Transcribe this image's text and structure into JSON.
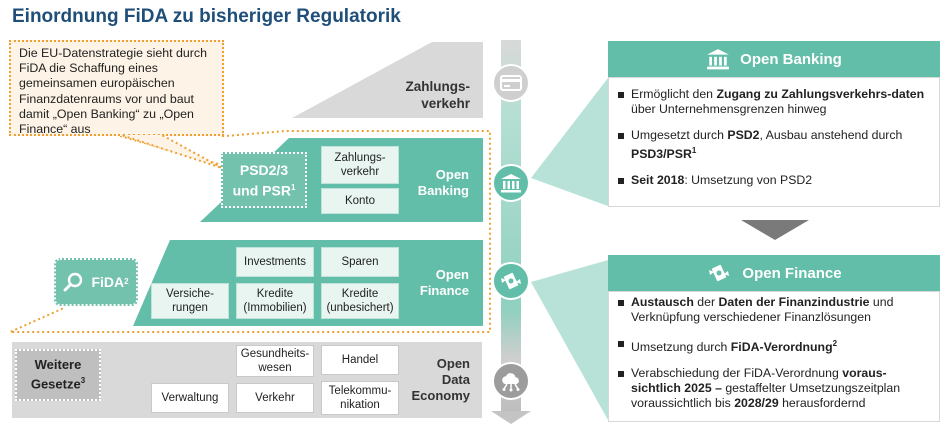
{
  "title": "Einordnung FiDA zu bisheriger Regulatorik",
  "callout_text": "Die EU-Datenstrategie sieht durch FiDA die Schaffung eines gemeinsamen europäischen Finanzdatenraums vor und baut damit „Open Banking“ zu „Open Finance“ aus",
  "levels": {
    "zahlungsverkehr": {
      "label_line1": "Zahlungs-",
      "label_line2": "verkehr"
    },
    "open_banking": {
      "label_line1": "Open",
      "label_line2": "Banking",
      "reg_line1": "PSD2/3",
      "reg_line2": "und PSR",
      "reg_sup": "1",
      "boxes": [
        {
          "line1": "Zahlungs-",
          "line2": "verkehr"
        },
        {
          "line1": "Konto",
          "line2": ""
        }
      ]
    },
    "open_finance": {
      "label_line1": "Open",
      "label_line2": "Finance",
      "fida_label": "FiDA",
      "fida_sup": "2",
      "boxes": [
        {
          "line1": "Investments",
          "line2": ""
        },
        {
          "line1": "Sparen",
          "line2": ""
        },
        {
          "line1": "Versiche-",
          "line2": "rungen"
        },
        {
          "line1": "Kredite",
          "line2": "(Immobilien)"
        },
        {
          "line1": "Kredite",
          "line2": "(unbesichert)"
        }
      ]
    },
    "open_data_economy": {
      "label_line1": "Open",
      "label_line2": "Data",
      "label_line3": "Economy",
      "weitere_line1": "Weitere",
      "weitere_line2": "Gesetze",
      "weitere_sup": "3",
      "boxes": [
        {
          "line1": "Gesundheits-",
          "line2": "wesen"
        },
        {
          "line1": "Handel",
          "line2": ""
        },
        {
          "line1": "Verwaltung",
          "line2": ""
        },
        {
          "line1": "Verkehr",
          "line2": ""
        },
        {
          "line1": "Telekommu-",
          "line2": "nikation"
        }
      ]
    }
  },
  "icons": [
    "credit-card-icon",
    "bank-icon",
    "money-wings-icon",
    "cloud-network-icon"
  ],
  "panels": {
    "open_banking": {
      "title": "Open Banking",
      "b1_pre": "Ermöglicht den ",
      "b1_bold": "Zugang zu Zahlungsverkehrs-daten",
      "b1_post": " über Unternehmensgrenzen  hinweg",
      "b2_pre": "Umgesetzt durch ",
      "b2_bold1": "PSD2",
      "b2_mid": ", Ausbau anstehend durch ",
      "b2_bold2": "PSD3/PSR",
      "b2_sup": "1",
      "b3_bold": "Seit 2018",
      "b3_post": ": Umsetzung  von PSD2"
    },
    "open_finance": {
      "title": "Open Finance",
      "b1_bold1": "Austausch",
      "b1_mid": " der ",
      "b1_bold2": "Daten der Finanzindustrie",
      "b1_post": " und Verknüpfung  verschiedener Finanzlösungen",
      "b2_pre": "Umsetzung  durch ",
      "b2_bold": "FiDA-Verordnung",
      "b2_sup": "2",
      "b3_pre": "Verabschiedung der FiDA-Verordnung ",
      "b3_bold": "voraus-sichtlich 2025 –",
      "b3_mid": " gestaffelter Umsetzungszeitplan voraussichtlich bis ",
      "b3_bold2": "2028/29",
      "b3_post": " herausfordernd"
    }
  },
  "colors": {
    "title": "#1f4e79",
    "teal": "#62bea8",
    "teal_light": "#e8f5f1",
    "grey": "#d9d9d9",
    "orange": "#f0a030"
  }
}
